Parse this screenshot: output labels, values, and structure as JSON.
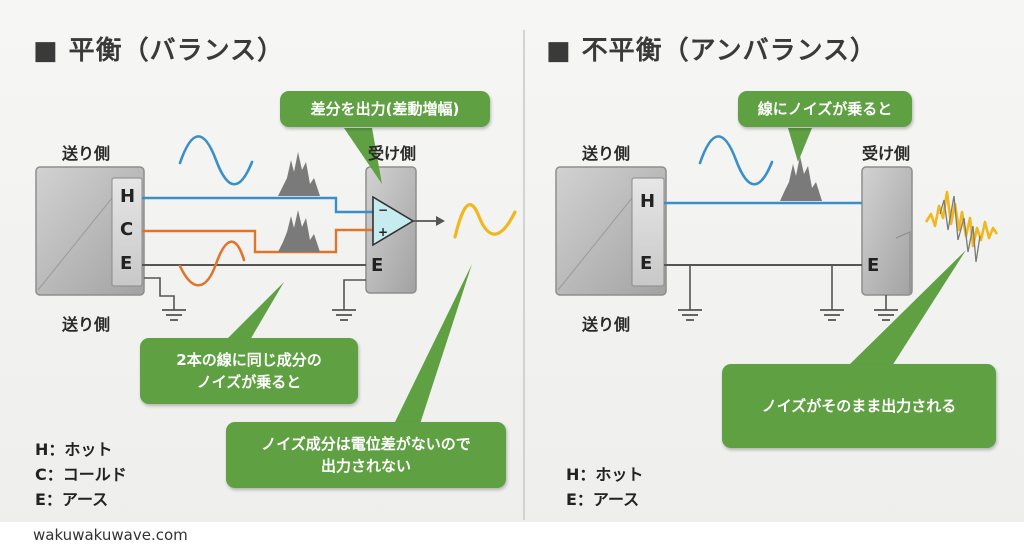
{
  "balanced": {
    "title": "■ 平衡（バランス）",
    "sender_label_top": "送り側",
    "sender_label_bottom": "送り側",
    "receiver_label": "受け側",
    "pins": {
      "h": "H",
      "c": "C",
      "e": "E"
    },
    "receiver_pin": "E",
    "callout_diff": "差分を出力(差動増幅)",
    "callout_noise": "2本の線に同じ成分の\nノイズが乗ると",
    "callout_cancel": "ノイズ成分は電位差がないので\n出力されない",
    "legend": [
      "H：ホット",
      "C：コールド",
      "E：アース"
    ]
  },
  "unbalanced": {
    "title": "■ 不平衡（アンバランス）",
    "sender_label_top": "送り側",
    "sender_label_bottom": "送り側",
    "receiver_label": "受け側",
    "pins": {
      "h": "H",
      "e": "E"
    },
    "receiver_pin": "E",
    "callout_noise": "線にノイズが乗ると",
    "callout_output": "ノイズがそのまま出力される",
    "legend": [
      "H：ホット",
      "E：アース"
    ]
  },
  "watermark": "wakuwakuwave.com",
  "colors": {
    "hot_line": "#3a8fc8",
    "cold_line": "#e0742a",
    "earth_line": "#555555",
    "output_wave": "#f0b81e",
    "callout_bg": "#5fa043",
    "box_fill": "#b4b4b4"
  }
}
